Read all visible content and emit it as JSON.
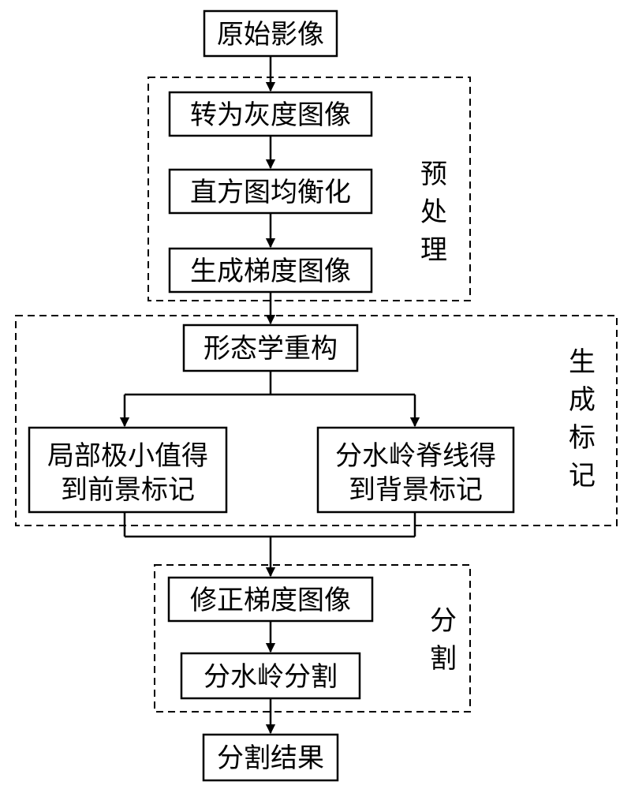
{
  "nodes": {
    "original_image": "原始影像",
    "to_grayscale": "转为灰度图像",
    "histogram_equalization": "直方图均衡化",
    "gradient_image": "生成梯度图像",
    "morphological_reconstruction": "形态学重构",
    "foreground_marker": {
      "line1": "局部极小值得",
      "line2": "到前景标记"
    },
    "background_marker": {
      "line1": "分水岭脊线得",
      "line2": "到背景标记"
    },
    "modified_gradient": "修正梯度图像",
    "watershed_segmentation": "分水岭分割",
    "segmentation_result": "分割结果"
  },
  "groups": {
    "preprocessing": {
      "chars": [
        "预",
        "处",
        "理"
      ]
    },
    "marker_generation": {
      "chars": [
        "生",
        "成",
        "标",
        "记"
      ]
    },
    "segmentation": {
      "chars": [
        "分",
        "割"
      ]
    }
  }
}
